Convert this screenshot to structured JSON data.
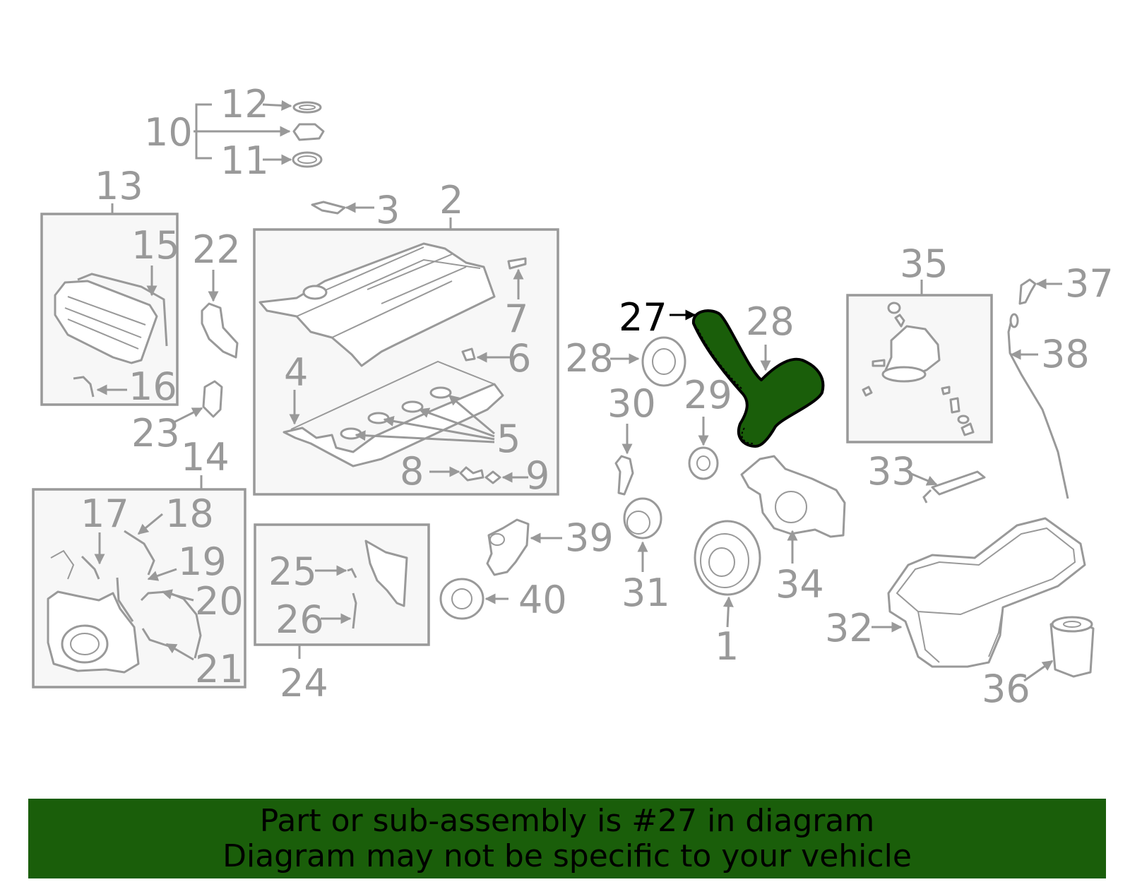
{
  "colors": {
    "label": "#999999",
    "highlight_label": "#000000",
    "highlight_part": "#1a5e0a",
    "banner_bg": "#1a5e0a",
    "banner_text": "#000000"
  },
  "callouts": {
    "c1": "1",
    "c2": "2",
    "c3": "3",
    "c4": "4",
    "c5": "5",
    "c6": "6",
    "c7": "7",
    "c8": "8",
    "c9": "9",
    "c10": "10",
    "c11": "11",
    "c12": "12",
    "c13": "13",
    "c14": "14",
    "c15": "15",
    "c16": "16",
    "c17": "17",
    "c18": "18",
    "c19": "19",
    "c20": "20",
    "c21": "21",
    "c22": "22",
    "c23": "23",
    "c24": "24",
    "c25": "25",
    "c26": "26",
    "c27": "27",
    "c28a": "28",
    "c28b": "28",
    "c29": "29",
    "c30": "30",
    "c31": "31",
    "c32": "32",
    "c33": "33",
    "c34": "34",
    "c35": "35",
    "c36": "36",
    "c37": "37",
    "c38": "38",
    "c39": "39",
    "c40": "40"
  },
  "highlighted_part": "27",
  "banner": {
    "line1": "Part or sub-assembly is #27 in diagram",
    "line2": "Diagram may not be specific to your vehicle"
  }
}
